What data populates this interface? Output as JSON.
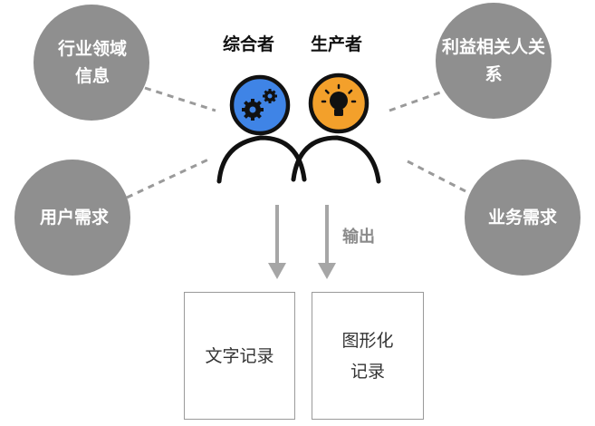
{
  "circles": {
    "industry": "行业领域信息",
    "user": "用户需求",
    "stakeholder": "利益相关人关系",
    "business": "业务需求"
  },
  "roles": {
    "synthesizer": "综合者",
    "producer": "生产者"
  },
  "output_label": "输出",
  "outputs": {
    "text_record": "文字记录",
    "graphic_record": "图形化记录"
  },
  "colors": {
    "circle_gray": "#8f8f8f",
    "gear_blue": "#3f84e6",
    "bulb_orange": "#f3a02b",
    "arrow_gray": "#a6a6a6"
  },
  "icons": {
    "synthesizer": "gears-icon",
    "producer": "lightbulb-icon"
  }
}
